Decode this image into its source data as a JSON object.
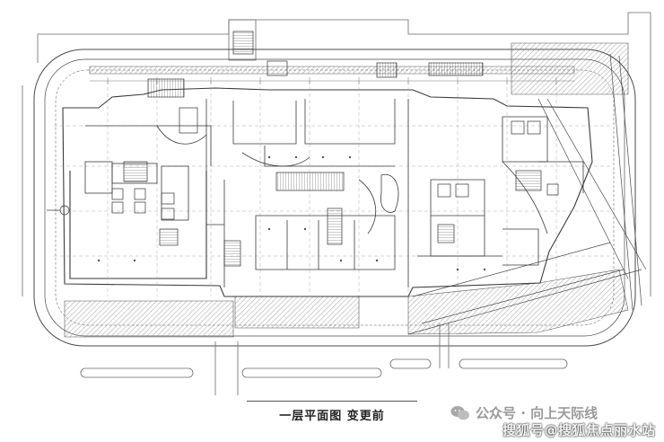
{
  "caption": "一层平面图  变更前",
  "watermark": {
    "line1": "公众号 · 向上天际线",
    "line2": "搜狐号@搜狐焦点丽水站",
    "icon": "wechat-icon"
  },
  "colors": {
    "line": "#4a4a4a",
    "hatch": "#8a8a8a",
    "background": "#ffffff"
  }
}
